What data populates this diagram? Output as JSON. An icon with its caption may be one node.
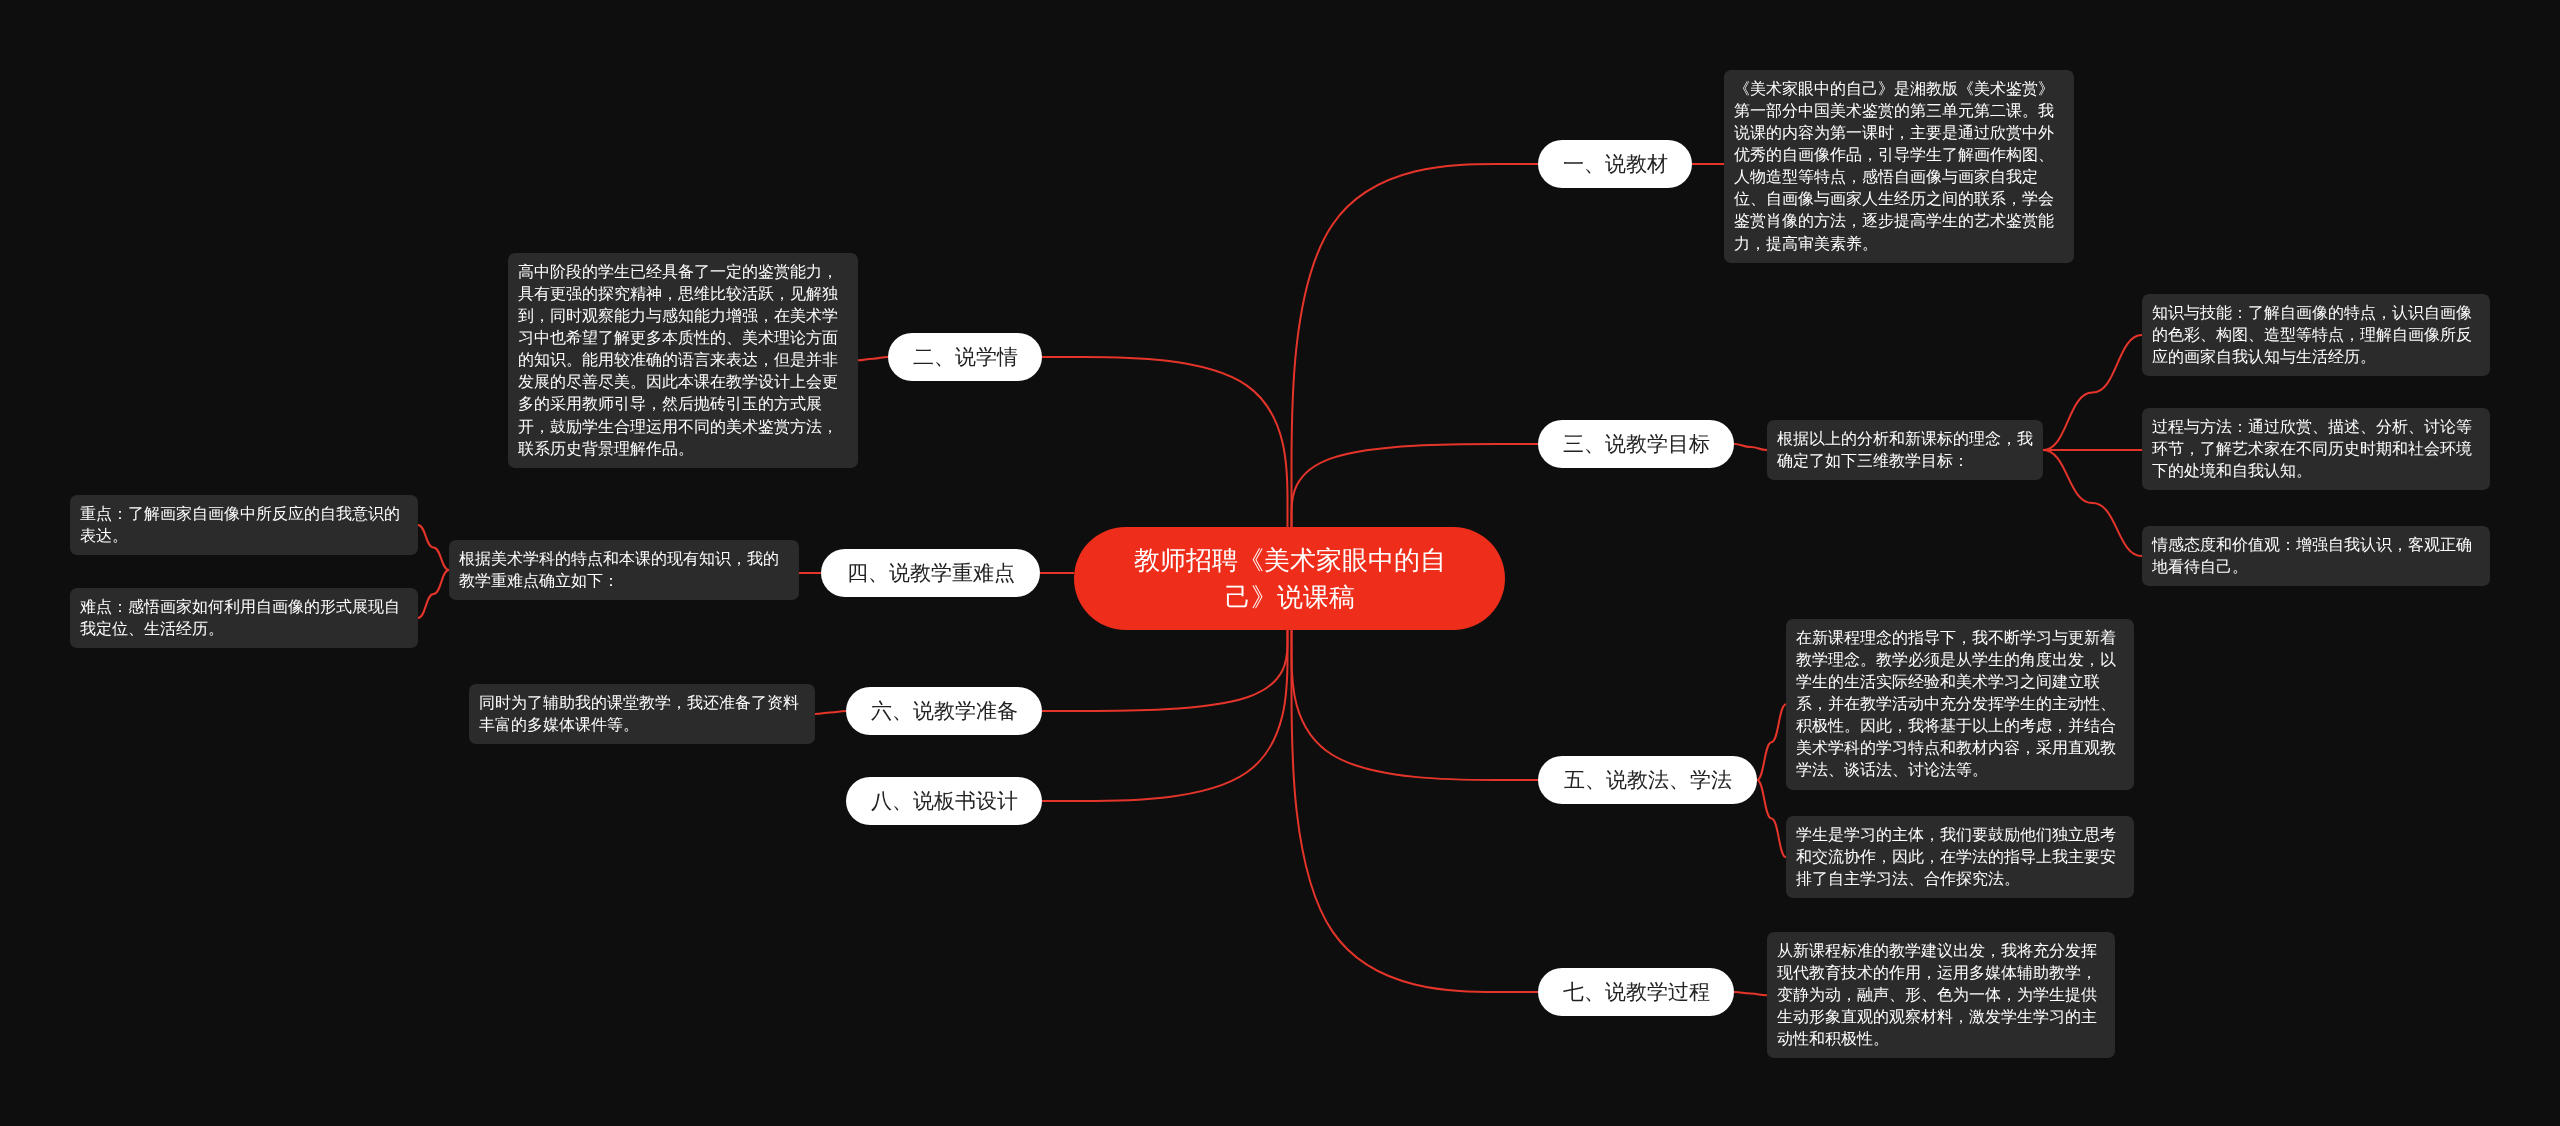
{
  "diagram": {
    "nodes": [
      {
        "text": [
          "教师招聘《美术家眼中的自己》说课稿"
        ]
      },
      {
        "text": [
          "一、说教材"
        ]
      },
      {
        "text": [
          "《美术家眼中的自己》是湘教版《美术鉴赏》第一部分中国美术鉴赏的第三单元第二课。我说课的内容为第一课时，主要是通过欣赏中外优秀的自画像作品，引导学生了解画作构图、人物造型等特点，感悟自画像与画家自我定位、自画像与画家人生经历之间的联系，学会鉴赏肖像的方法，逐步提高学生的艺术鉴赏能力，提高审美素养。"
        ]
      },
      {
        "text": [
          "二、说学情"
        ]
      },
      {
        "text": [
          "高中阶段的学生已经具备了一定的鉴赏能力，具有更强的探究精神，思维比较活跃，见解独到，同时观察能力与感知能力增强，在美术学习中也希望了解更多本质性的、美术理论方面的知识。能用较准确的语言来表达，但是并非发展的尽善尽美。因此本课在教学设计上会更多的采用教师引导，然后抛砖引玉的方式展开，鼓励学生合理运用不同的美术鉴赏方法，联系历史背景理解作品。"
        ]
      },
      {
        "text": [
          "三、说教学目标"
        ]
      },
      {
        "text": [
          "根据以上的分析和新课标的理念，我确定了如下三维教学目标："
        ]
      },
      {
        "text": [
          "知识与技能：了解自画像的特点，认识自画像的色彩、构图、造型等特点，理解自画像所反应的画家自我认知与生活经历。"
        ]
      },
      {
        "text": [
          "过程与方法：通过欣赏、描述、分析、讨论等环节，了解艺术家在不同历史时期和社会环境下的处境和自我认知。"
        ]
      },
      {
        "text": [
          "情感态度和价值观：增强自我认识，客观正确地看待自己。"
        ]
      },
      {
        "text": [
          "四、说教学重难点"
        ]
      },
      {
        "text": [
          "根据美术学科的特点和本课的现有知识，我的教学重难点确立如下："
        ]
      },
      {
        "text": [
          "重点：了解画家自画像中所反应的自我意识的表达。"
        ]
      },
      {
        "text": [
          "难点：感悟画家如何利用自画像的形式展现自我定位、生活经历。"
        ]
      },
      {
        "text": [
          "五、说教法、学法"
        ]
      },
      {
        "text": [
          "在新课程理念的指导下，我不断学习与更新着教学理念。教学必须是从学生的角度出发，以学生的生活实际经验和美术学习之间建立联系，并在教学活动中充分发挥学生的主动性、积极性。因此，我将基于以上的考虑，并结合美术学科的学习特点和教材内容，采用直观教学法、谈话法、讨论法等。"
        ]
      },
      {
        "text": [
          "学生是学习的主体，我们要鼓励他们独立思考和交流协作，因此，在学法的指导上我主要安排了自主学习法、合作探究法。"
        ]
      },
      {
        "text": [
          "六、说教学准备"
        ]
      },
      {
        "text": [
          "同时为了辅助我的课堂教学，我还准备了资料丰富的多媒体课件等。"
        ]
      },
      {
        "text": [
          "七、说教学过程"
        ]
      },
      {
        "text": [
          "从新课程标准的教学建议出发，我将充分发挥现代教育技术的作用，运用多媒体辅助教学，变静为动，融声、形、色为一体，为学生提供生动形象直观的观察材料，激发学生学习的主动性和积极性。"
        ]
      },
      {
        "text": [
          "八、说板书设计"
        ]
      }
    ],
    "edges": [
      {
        "from": 0,
        "to": 1,
        "arrow": "none"
      },
      {
        "from": 1,
        "to": 2,
        "arrow": "none"
      },
      {
        "from": 0,
        "to": 3,
        "arrow": "none"
      },
      {
        "from": 3,
        "to": 4,
        "arrow": "none"
      },
      {
        "from": 0,
        "to": 5,
        "arrow": "none"
      },
      {
        "from": 5,
        "to": 6,
        "arrow": "none"
      },
      {
        "from": 6,
        "to": 7,
        "arrow": "none"
      },
      {
        "from": 6,
        "to": 8,
        "arrow": "none"
      },
      {
        "from": 6,
        "to": 9,
        "arrow": "none"
      },
      {
        "from": 0,
        "to": 10,
        "arrow": "none"
      },
      {
        "from": 10,
        "to": 11,
        "arrow": "none"
      },
      {
        "from": 11,
        "to": 12,
        "arrow": "none"
      },
      {
        "from": 11,
        "to": 13,
        "arrow": "none"
      },
      {
        "from": 0,
        "to": 14,
        "arrow": "none"
      },
      {
        "from": 14,
        "to": 15,
        "arrow": "none"
      },
      {
        "from": 14,
        "to": 16,
        "arrow": "none"
      },
      {
        "from": 0,
        "to": 17,
        "arrow": "none"
      },
      {
        "from": 17,
        "to": 18,
        "arrow": "none"
      },
      {
        "from": 0,
        "to": 19,
        "arrow": "none"
      },
      {
        "from": 19,
        "to": 20,
        "arrow": "none"
      },
      {
        "from": 0,
        "to": 21,
        "arrow": "none"
      }
    ]
  }
}
